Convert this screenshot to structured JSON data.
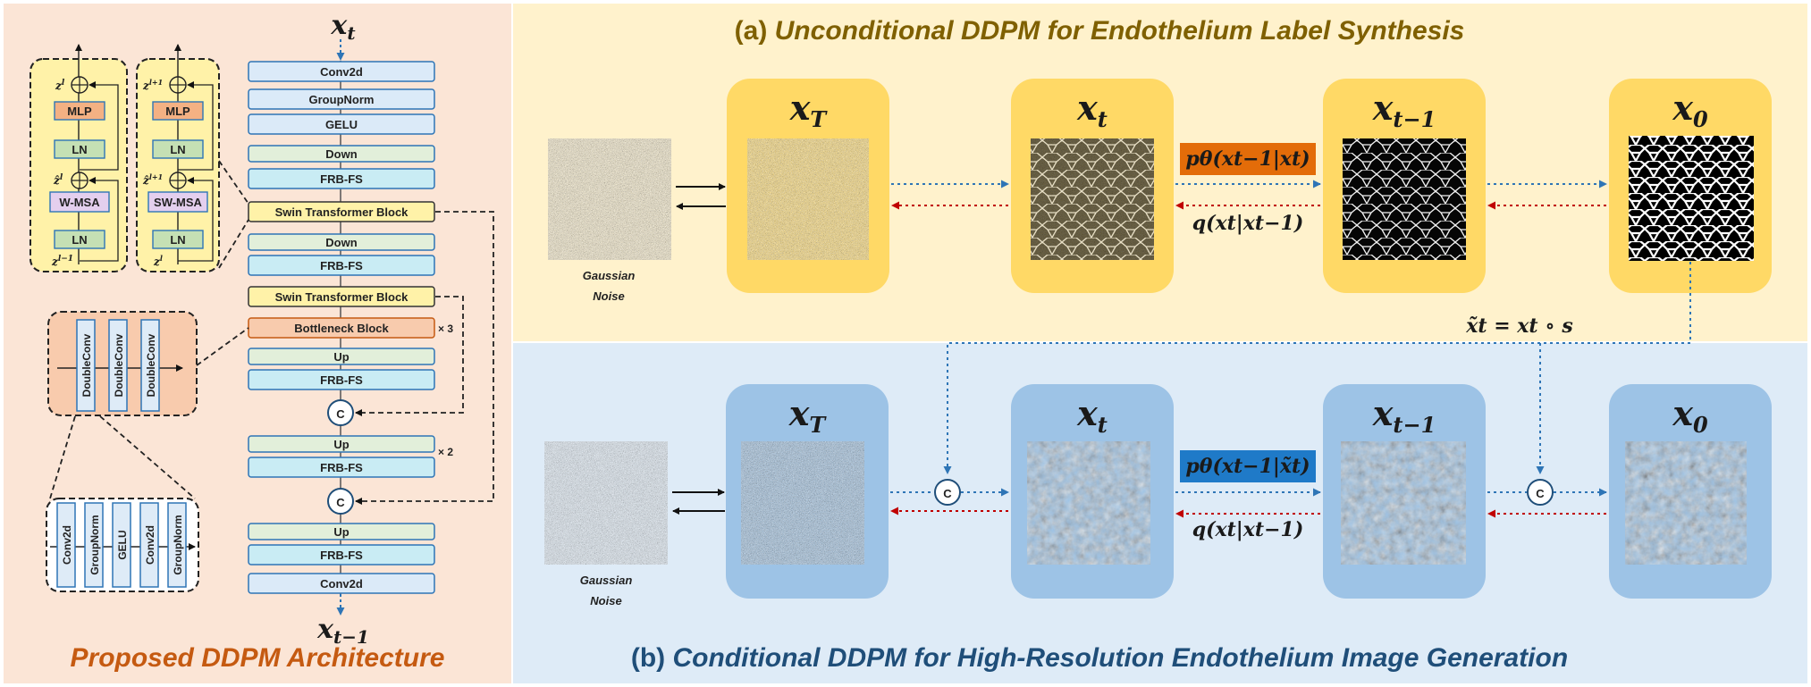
{
  "arch": {
    "title": "Proposed DDPM Architecture",
    "input_label": "x",
    "input_sub": "t",
    "output_label": "x",
    "output_sub": "t−1",
    "stack": {
      "conv_top": "Conv2d",
      "groupnorm": "GroupNorm",
      "gelu": "GELU",
      "down1": "Down",
      "frb1": "FRB-FS",
      "swin1": "Swin Transformer Block",
      "down2": "Down",
      "frb2": "FRB-FS",
      "swin2": "Swin Transformer Block",
      "bottleneck": "Bottleneck Block",
      "bottleneck_mult": "× 3",
      "up1": "Up",
      "frb3": "FRB-FS",
      "concat1": "C",
      "up2": "Up",
      "up2_mult": "× 2",
      "frb4": "FRB-FS",
      "concat2": "C",
      "up3": "Up",
      "frb5": "FRB-FS",
      "conv_bottom": "Conv2d"
    },
    "swin_detail": {
      "left": {
        "mlp": "MLP",
        "ln_top": "LN",
        "msa": "W-MSA",
        "ln_bottom": "LN",
        "z_top": "z",
        "z_top_sup": "l",
        "z_hat": "ẑ",
        "z_hat_sup": "l",
        "z_in": "z",
        "z_in_sup": "l−1"
      },
      "right": {
        "mlp": "MLP",
        "ln_top": "LN",
        "msa": "SW-MSA",
        "ln_bottom": "LN",
        "z_top": "z",
        "z_top_sup": "l+1",
        "z_hat": "ẑ",
        "z_hat_sup": "l+1",
        "z_in": "z",
        "z_in_sup": "l"
      }
    },
    "bottleneck_detail": [
      "DoubleConv",
      "DoubleConv",
      "DoubleConv"
    ],
    "doubleconv_detail": [
      "Conv2d",
      "GroupNorm",
      "GELU",
      "Conv2d",
      "GroupNorm"
    ]
  },
  "panel_a": {
    "title_prefix": "(a) ",
    "title_main": "Unconditional DDPM for Endothelium Label Synthesis",
    "noise_label_1": "Gaussian",
    "noise_label_2": "Noise",
    "stages": [
      {
        "label": "x",
        "sub": "T"
      },
      {
        "label": "x",
        "sub": "t"
      },
      {
        "label": "x",
        "sub": "t−1"
      },
      {
        "label": "x",
        "sub": "0"
      }
    ],
    "p_label": "pθ(xt−1|xt)",
    "q_label": "q(xt|xt−1)",
    "cond_label": "x̃t = xt ∘ s"
  },
  "panel_b": {
    "title_prefix": "(b) ",
    "title_main": "Conditional DDPM for High-Resolution Endothelium Image Generation",
    "noise_label_1": "Gaussian",
    "noise_label_2": "Noise",
    "stages": [
      {
        "label": "x",
        "sub": "T"
      },
      {
        "label": "x",
        "sub": "t"
      },
      {
        "label": "x",
        "sub": "t−1"
      },
      {
        "label": "x",
        "sub": "0"
      }
    ],
    "p_label": "pθ(xt−1|x̃t)",
    "q_label": "q(xt|xt−1)",
    "concat": "C"
  },
  "colors": {
    "left_bg": "#fbe5d6",
    "top_bg": "#fff2cc",
    "bottom_bg": "#deebf7",
    "stage_a": "#ffd966",
    "stage_b": "#9dc3e6",
    "arrow_blue": "#2e75b6",
    "arrow_red": "#c00000",
    "title_orange": "#c55a11",
    "title_brown": "#7f6000",
    "title_blue": "#1f4e79"
  }
}
